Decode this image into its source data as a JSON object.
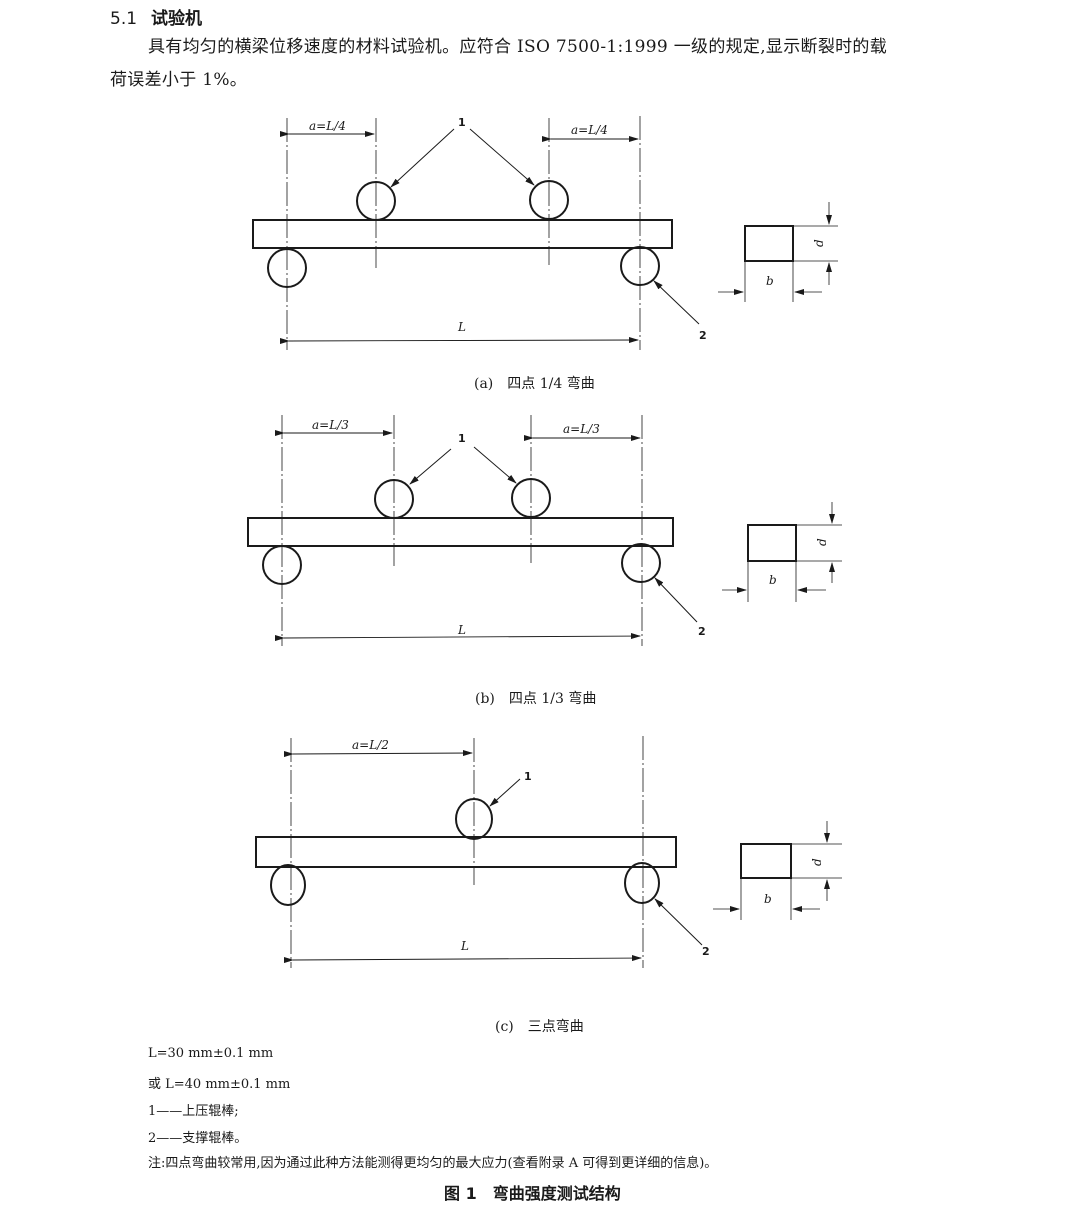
{
  "section": {
    "number": "5.1",
    "title": "试验机",
    "paragraph_line1": "具有均匀的横梁位移速度的材料试验机。应符合 ISO 7500-1:1999 一级的规定,显示断裂时的载",
    "paragraph_line2": "荷误差小于 1%。"
  },
  "figure": {
    "number": "图 1",
    "title": "弯曲强度测试结构",
    "subfigures": [
      {
        "id": "a",
        "caption": "(a)　四点 1/4 弯曲",
        "span_label_left": "a=L/4",
        "span_label_right": "a=L/4",
        "length_label": "L",
        "loading_roller_label": "1",
        "support_roller_label": "2",
        "section_width_label": "b",
        "section_height_label": "d"
      },
      {
        "id": "b",
        "caption": "(b)　四点 1/3 弯曲",
        "span_label_left": "a=L/3",
        "span_label_right": "a=L/3",
        "length_label": "L",
        "loading_roller_label": "1",
        "support_roller_label": "2",
        "section_width_label": "b",
        "section_height_label": "d"
      },
      {
        "id": "c",
        "caption": "(c)　三点弯曲",
        "span_label_left": "a=L/2",
        "length_label": "L",
        "loading_roller_label": "1",
        "support_roller_label": "2",
        "section_width_label": "b",
        "section_height_label": "d"
      }
    ],
    "legend": [
      "L=30 mm±0.1 mm",
      "或 L=40 mm±0.1 mm",
      "1——上压辊棒;",
      "2——支撑辊棒。"
    ],
    "note": "注:四点弯曲较常用,因为通过此种方法能测得更均匀的最大应力(查看附录 A 可得到更详细的信息)。"
  },
  "colors": {
    "ink": "#1a1a1a",
    "background": "#ffffff"
  }
}
